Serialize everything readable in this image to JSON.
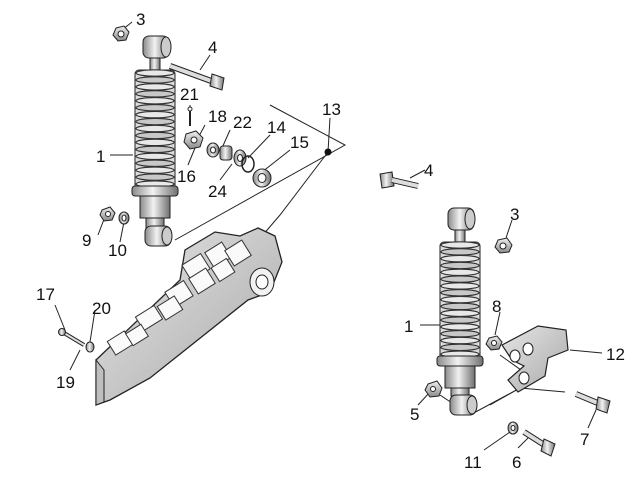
{
  "callouts": {
    "left_1": "1",
    "left_3": "3",
    "left_4": "4",
    "left_9": "9",
    "left_10": "10",
    "left_13": "13",
    "left_14": "14",
    "left_15": "15",
    "left_16": "16",
    "left_17": "17",
    "left_18": "18",
    "left_19": "19",
    "left_20": "20",
    "left_21": "21",
    "left_22": "22",
    "left_24": "24",
    "right_1": "1",
    "right_3": "3",
    "right_4": "4",
    "right_5": "5",
    "right_6": "6",
    "right_7": "7",
    "right_8": "8",
    "right_11": "11",
    "right_12": "12"
  }
}
